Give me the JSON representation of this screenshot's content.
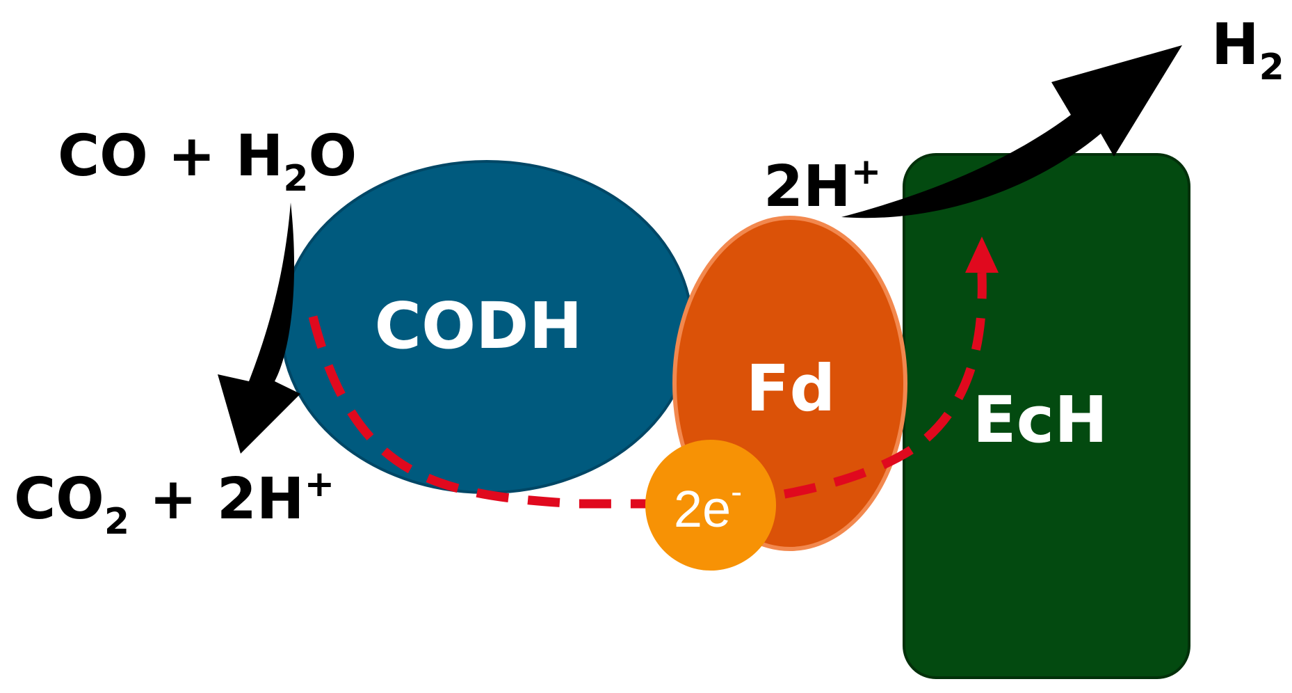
{
  "enzymes": {
    "codh": "CODH",
    "fd": "Fd",
    "ech": "EcH"
  },
  "electron": {
    "base": "2e",
    "sup": "-"
  },
  "reactants": {
    "co_part": "CO + H",
    "water_sub": "2",
    "water_tail": "O"
  },
  "products_left": {
    "co2_part": "CO",
    "co2_sub": "2",
    "protons_part": " + 2H",
    "protons_sup": "+"
  },
  "protons_right": {
    "base": "2H",
    "sup": "+"
  },
  "hydrogen": {
    "base": "H",
    "sub": "2"
  },
  "colors": {
    "codh": "#005A7E",
    "codh_stroke": "#004766",
    "fd": "#DB5208",
    "fd_stroke": "#F2884E",
    "ech": "#034A10",
    "ech_stroke": "#02300A",
    "electron": "#F79205",
    "electron_path": "#E0091E",
    "arrow": "#000000"
  }
}
